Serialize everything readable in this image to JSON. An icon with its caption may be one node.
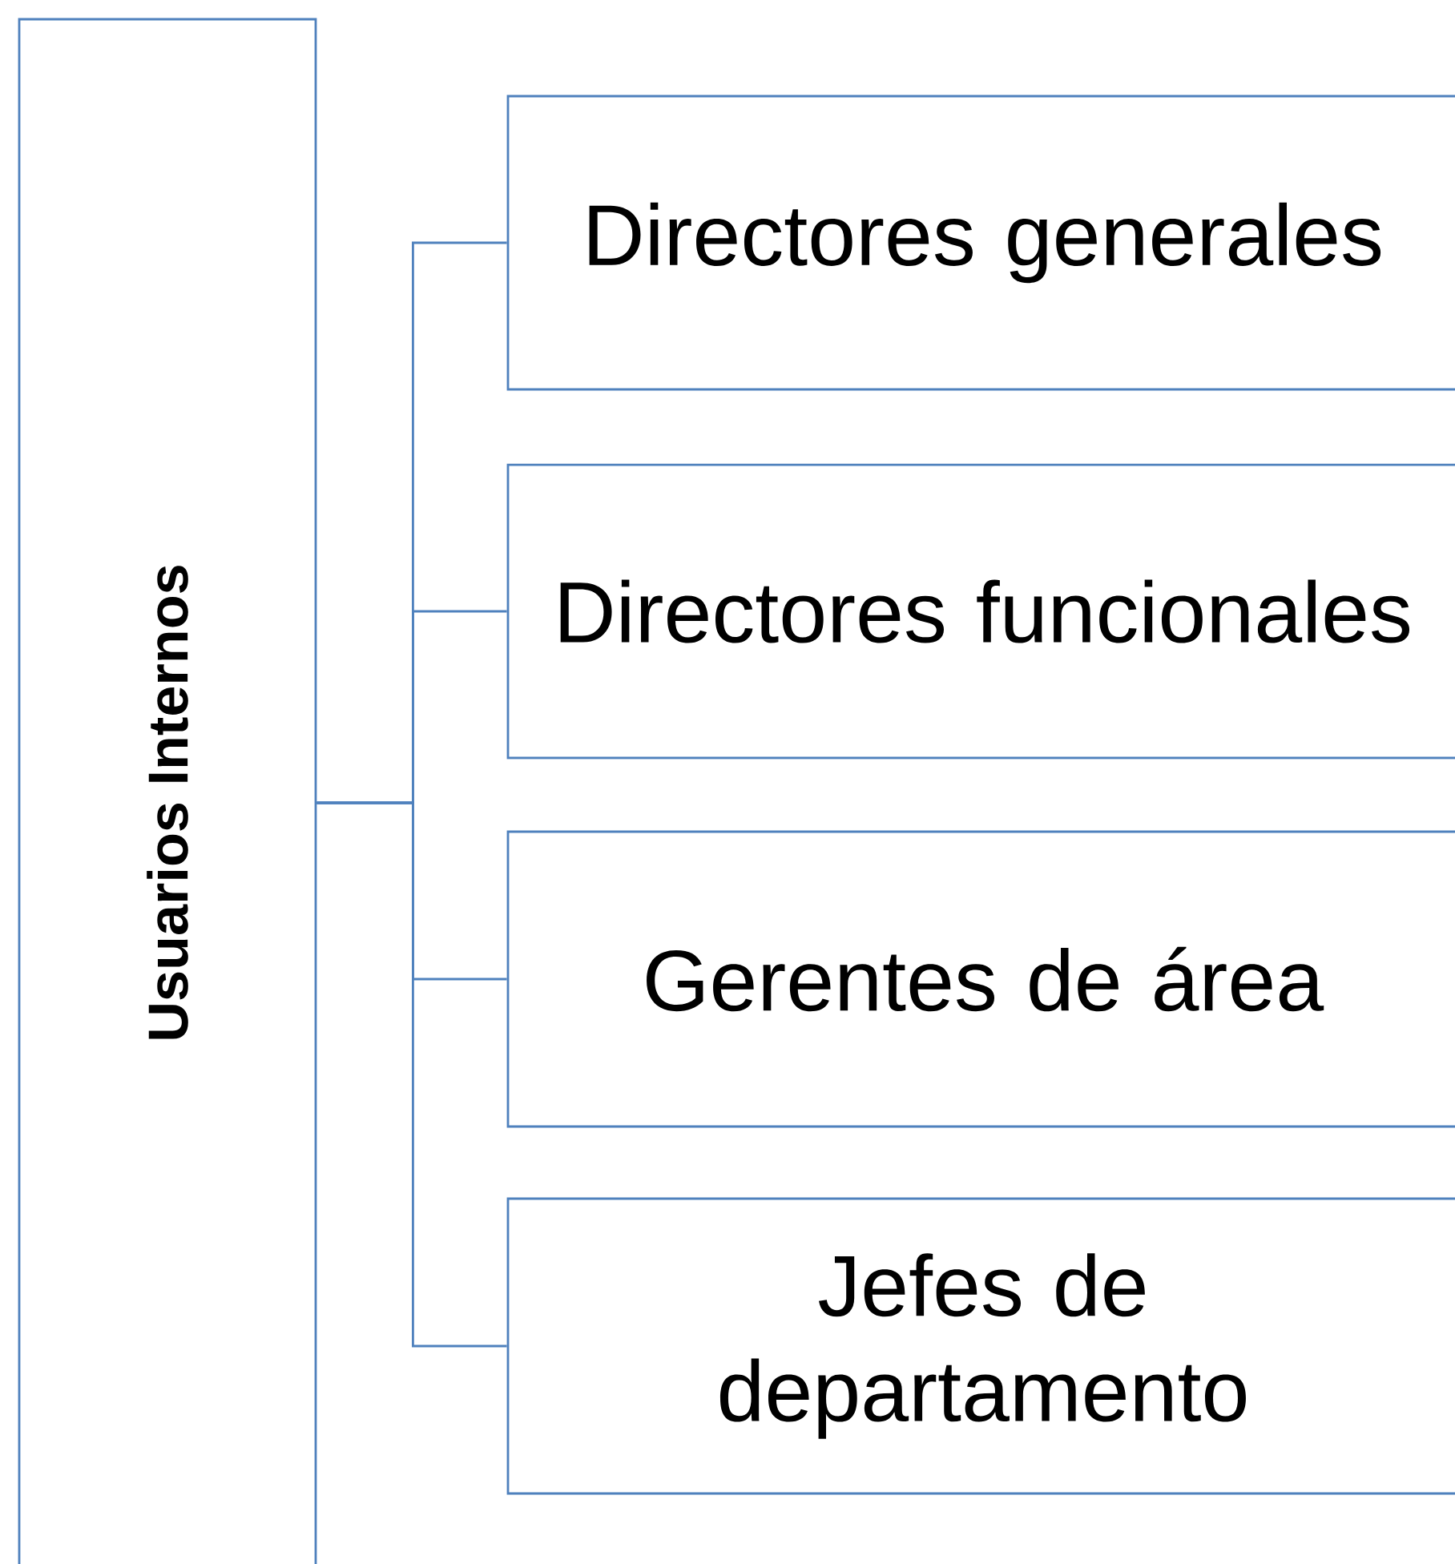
{
  "diagram": {
    "nodes": [
      {
        "text": [
          "Usuarios Internos"
        ]
      },
      {
        "text": [
          "Directores generales"
        ]
      },
      {
        "text": [
          "Directores funcionales"
        ]
      },
      {
        "text": [
          "Gerentes de área"
        ]
      },
      {
        "text": [
          "Jefes de departamento"
        ]
      }
    ],
    "edges": [
      {
        "from": 0,
        "to": 1,
        "arrow": "none"
      },
      {
        "from": 0,
        "to": 2,
        "arrow": "none"
      },
      {
        "from": 0,
        "to": 3,
        "arrow": "none"
      },
      {
        "from": 0,
        "to": 4,
        "arrow": "none"
      }
    ]
  }
}
